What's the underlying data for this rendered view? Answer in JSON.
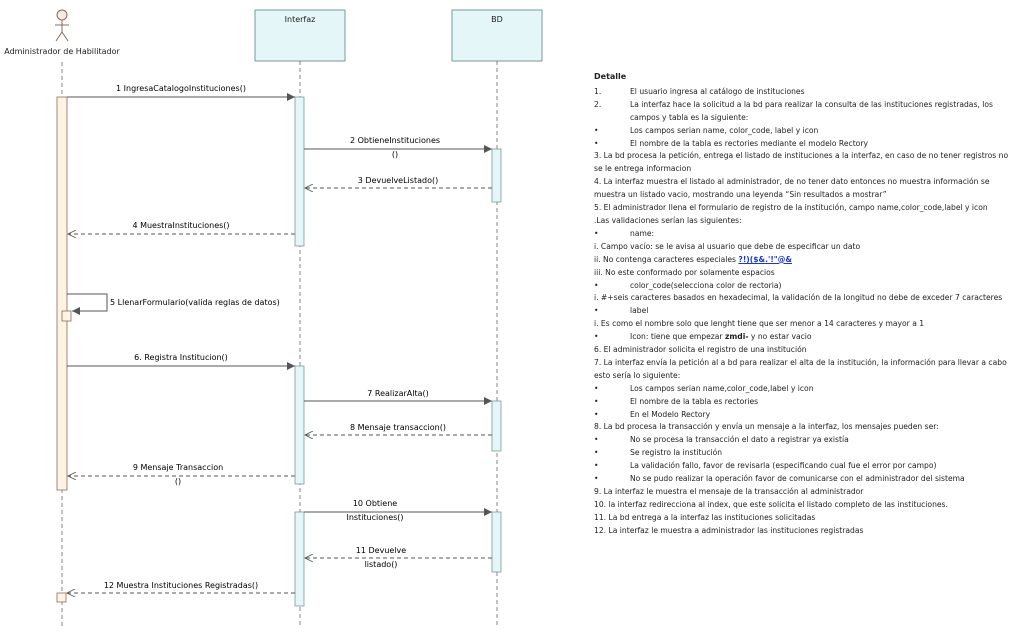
{
  "lifelines": {
    "actor": "Administrador de Habilitador",
    "interfaz": "Interfaz",
    "bd": "BD"
  },
  "messages": {
    "m1": "1 IngresaCatalogoInstituciones()",
    "m2a": "2 ObtieneInstituciones",
    "m2b": "()",
    "m3": "3 DevuelveListado()",
    "m4": "4 MuestraInstituciones()",
    "m5": "5 LlenarFormulario(valida reglas de datos)",
    "m6": "6. Registra Institucion()",
    "m7": "7 RealizarAlta()",
    "m8": "8 Mensaje transaccion()",
    "m9a": "9 Mensaje Transaccion",
    "m9b": "()",
    "m10a": "10 Obtiene",
    "m10b": "Instituciones()",
    "m11a": "11 Devuelve",
    "m11b": "listado()",
    "m12": "12 Muestra Instituciones Registradas()"
  },
  "detail": {
    "title": "Detalle",
    "r1_lead": "1.",
    "r1": "El usuario ingresa al catálogo de instituciones",
    "r2_lead": "2.",
    "r2a": "La interfaz hace la solicitud a la bd para realizar la consulta de las instituciones registradas, los",
    "r2b": "campos y tabla es la siguiente:",
    "b1": "•",
    "r2c": "Los campos serian name, color_code, label  y  icon",
    "b2": "•",
    "r2d": "El nombre de la tabla es  rectories mediante el modelo Rectory",
    "r3a": "3.  La bd procesa la petición, entrega el listado de instituciones a la interfaz, en caso de no tener registros no",
    "r3b": "se le entrega informacion",
    "r4a": "4. La interfaz muestra el listado al administrador, de no tener dato entonces no muestra información se",
    "r4b": "muestra un listado vacio, mostrando una leyenda “Sin resultados a mostrar”",
    "r5a": "5. El administrador llena el formulario de registro de la institución, campo name,color_code,label  y  icon",
    "r5b": ".Las validaciones serían las siguientes:",
    "b3": "•",
    "r5c": "name:",
    "r5d": "i. Campo vacío: se le avisa al usuario que debe de especificar un dato",
    "r5e": "ii. No contenga caracteres especiales ",
    "r5e_special": "?!)($&.'!\"@&",
    "r5f": "iii. No este conformado por solamente espacios",
    "b4": "•",
    "r5g": "color_code(selecciona color de rectoria)",
    "r5h": "i. #+seis caracteres basados en hexadecimal, la validación de la longitud no debe de exceder 7 caracteres",
    "b5": "•",
    "r5i": "label",
    "r5j": "i. Es como el nombre solo que lenght tiene que ser menor a 14 caracteres y mayor a 1",
    "b6": "•",
    "r5k_a": "Icon:  tiene que empezar ",
    "r5k_b": "zmdi-",
    "r5k_c": " y no estar vacio",
    "r6": "6. El administrador solicita el registro de una institución",
    "r7a": "7. La interfaz envía la petición al a bd para realizar el alta de la institución, la información para llevar a cabo",
    "r7b": "esto sería lo siguiente:",
    "b7": "•",
    "r7c": "Los campos serian name,color_code,label  y  icon",
    "b8": "•",
    "r7d": "El nombre de la tabla es  rectories",
    "b9": "•",
    "r7e": "En el   Modelo Rectory",
    "r8": "8. La bd procesa la transacción y envía un mensaje a la interfaz, los mensajes pueden ser:",
    "b10": "•",
    "r8a": "No se procesa la transacción el dato a registrar ya existía",
    "b11": "•",
    "r8b": "Se registro la institución",
    "b12": "•",
    "r8c": "La validación fallo, favor de revisarla (especificando cual fue el error por campo)",
    "b13": "•",
    "r8d": "No se pudo realizar la operación favor de comunicarse con el administrador del sistema",
    "r9": "9. La interfaz le muestra el mensaje de la transacción al administrador",
    "r10": "10. la interfaz redirecciona al index, que este solicita el listado completo de las instituciones.",
    "r11": "11. La bd entrega a la interfaz las instituciones solicitadas",
    "r12": "12. La interfaz le muestra a administrador las instituciones registradas"
  },
  "colors": {
    "lifeline_box": "#e4f6f7",
    "actor_activation": "#fff4e3",
    "actor_head": "#f4ece4",
    "line": "#555555"
  }
}
